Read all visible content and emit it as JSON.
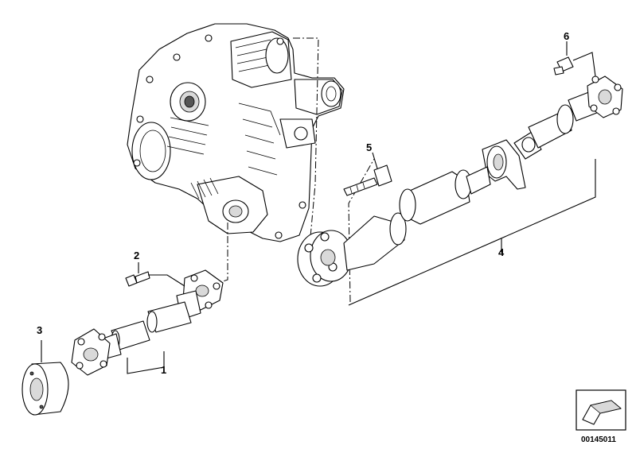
{
  "callouts": {
    "c1": "1",
    "c2": "2",
    "c3": "3",
    "c4": "4",
    "c5": "5",
    "c6": "6"
  },
  "doc_number": "00145011",
  "icons": {
    "transfer_case": "transfer-case-icon",
    "front_shaft": "front-drive-shaft-icon",
    "rear_shaft": "rear-drive-shaft-icon",
    "flex_disc": "flexible-disc-icon",
    "bolt": "bolt-icon",
    "nav_arrow": "nav-arrow-icon"
  }
}
